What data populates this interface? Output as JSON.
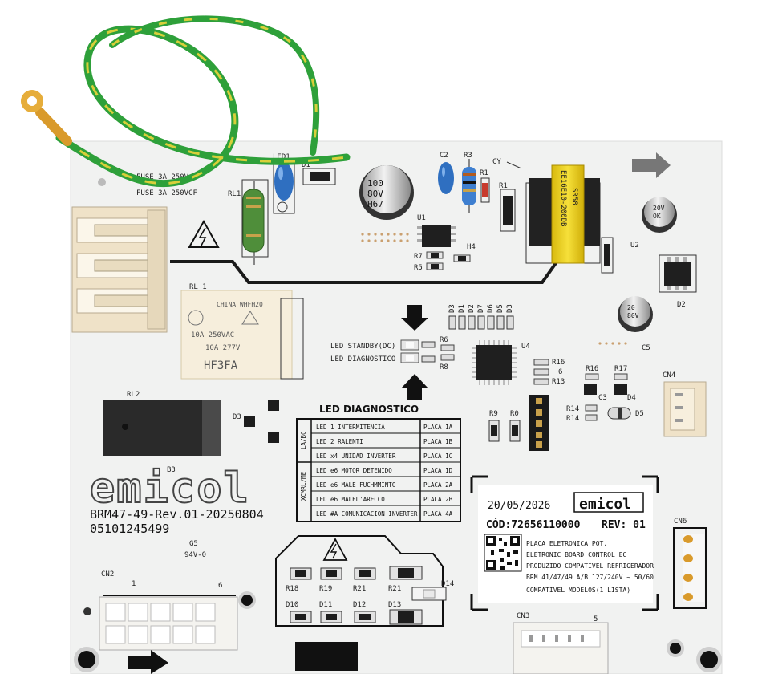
{
  "board": {
    "fuse_lines": [
      "FUSE 3A 250V~",
      "FUSE 3A 250VCF"
    ],
    "refs": {
      "led1": "LED1",
      "d1": "D1",
      "c2": "C2",
      "r3": "R3",
      "r1a": "R1",
      "r1b": "R1",
      "cy": "CY",
      "rl1_top": "RL1",
      "u1": "U1",
      "h4": "H4",
      "r7": "R7",
      "r5": "R5",
      "u2": "U2",
      "d2": "D2",
      "c5": "C5",
      "rl1_mid": "RL 1",
      "u4": "U4",
      "r6": "R6",
      "r8": "R8",
      "r16a": "R16",
      "six": "6",
      "r13": "R13",
      "r16b": "R16",
      "r17": "R17",
      "c3": "C3",
      "d4": "D4",
      "r14a": "R14",
      "r14b": "R14",
      "d5": "D5",
      "cn4": "CN4",
      "rl2": "RL2",
      "d3": "D3",
      "r9": "R9",
      "r0": "R0",
      "cn6": "CN6",
      "cn2": "CN2",
      "cn3": "CN3",
      "g5": "G5",
      "v0": "94V-0",
      "b3": "B3",
      "r18": "R18",
      "r19": "R19",
      "r21a": "R21",
      "r21b": "R21",
      "d14": "D14",
      "d10": "D10",
      "d11": "D11",
      "d12": "D12",
      "d13": "D13",
      "pin1": "1",
      "pin6": "6",
      "pin5": "5"
    },
    "diodes_row": [
      "D3",
      "D1",
      "D2",
      "D7",
      "D6",
      "D5",
      "D3"
    ],
    "cap_big_text": [
      "100",
      "80V",
      "H67"
    ],
    "cap_small_text": [
      "20V",
      "OK"
    ],
    "cap_c5_text": [
      "20",
      "80V"
    ],
    "transformer_text": [
      "EE16E10-200DB",
      "SR58"
    ],
    "relay_rl1_text": [
      "CHINA WHFH20",
      "10A 250VAC",
      "10A 277V",
      "HF3FA"
    ],
    "led_labels": [
      "LED STANDBY(DC) 1",
      "LED DIAGNOSTICO 1"
    ],
    "brand_logo": "emicol",
    "board_code": "BRM47-49-Rev.01-20250804",
    "board_serial": "05101245499"
  },
  "diag": {
    "title": "LED DIAGNOSTICO",
    "group_labels": [
      "LA/BC",
      "XCMRL/ME"
    ],
    "rows": [
      {
        "desc": "LED 1  INTERMITENCIA",
        "code": "PLACA 1A"
      },
      {
        "desc": "LED 2  RALENTI",
        "code": "PLACA 1B"
      },
      {
        "desc": "LED x4  UNIDAD INVERTER",
        "code": "PLACA 1C"
      },
      {
        "desc": "LED e6  MOTOR DETENIDO",
        "code": "PLACA 1D"
      },
      {
        "desc": "LED e6  MALE FUCHMMINTO",
        "code": "PLACA 2A"
      },
      {
        "desc": "LED e6  MALEL'ARECCO",
        "code": "PLACA 2B"
      },
      {
        "desc": "LED #A  COMUNICACION INVERTER",
        "code": "PLACA 4A"
      }
    ]
  },
  "label": {
    "date": "20/05/2026",
    "brand": "emicol",
    "cod": "CÓD:72656110000",
    "rev": "REV: 01",
    "lines": [
      "PLACA ELETRONICA POT.",
      "ELETRONIC BOARD CONTROL  EC",
      "PRODUZIDO COMPATIVEL REFRIGERADOR",
      "BRM 41/47/49 A/B 127/240V ~ 50/60",
      "COMPATIVEL  MODELOS(1 LISTA)"
    ]
  },
  "colors": {
    "pcb": "#f1f2f1",
    "wire_green": "#2ea03a",
    "wire_yellow": "#d8cf3a",
    "terminal_gold": "#d99a2b",
    "cap_blue": "#2f6fc0",
    "relay_cream": "#f6eedc",
    "relay_black": "#2a2a2a",
    "transformer_yellow": "#f0d318",
    "connector_white": "#f4f3ef",
    "connector_cream": "#efe2c8"
  }
}
